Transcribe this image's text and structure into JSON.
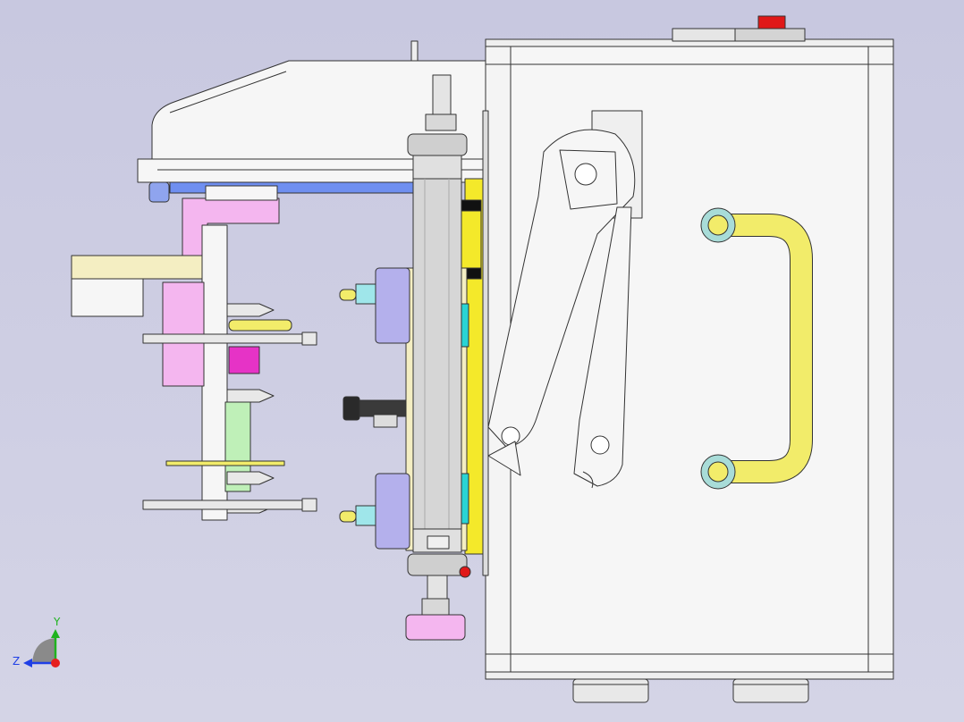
{
  "viewport": {
    "background_top": "#c8c8e0",
    "background_bottom": "#d4d4e6"
  },
  "triad": {
    "y_label": "Y",
    "z_label": "Z",
    "y_color": "#1fb31f",
    "z_color": "#1f3fe6",
    "x_color": "#e61f1f"
  },
  "colors": {
    "housing": "#f4f4f4",
    "outline": "#333333",
    "handle": "#f2ec6a",
    "handle_ring": "#a8dcd8",
    "cylinder": "#d6d6d6",
    "lilac": "#b4b0ec",
    "pink": "#f4b6ef",
    "magenta": "#e633c6",
    "cream": "#f4eec2",
    "green": "#bff0b8",
    "cyan": "#29d4d4",
    "yellow": "#f4e92a",
    "red_button": "#e01818",
    "blue_strip": "#6f8ff0"
  },
  "parts": [
    "housing",
    "top-cover",
    "red-button",
    "handle",
    "pneumatic-cylinder",
    "lever-linkage",
    "gripper-assembly",
    "carrier-plate",
    "mounting-block-upper",
    "mounting-block-lower",
    "guide-rail",
    "base-feet",
    "orientation-triad"
  ]
}
